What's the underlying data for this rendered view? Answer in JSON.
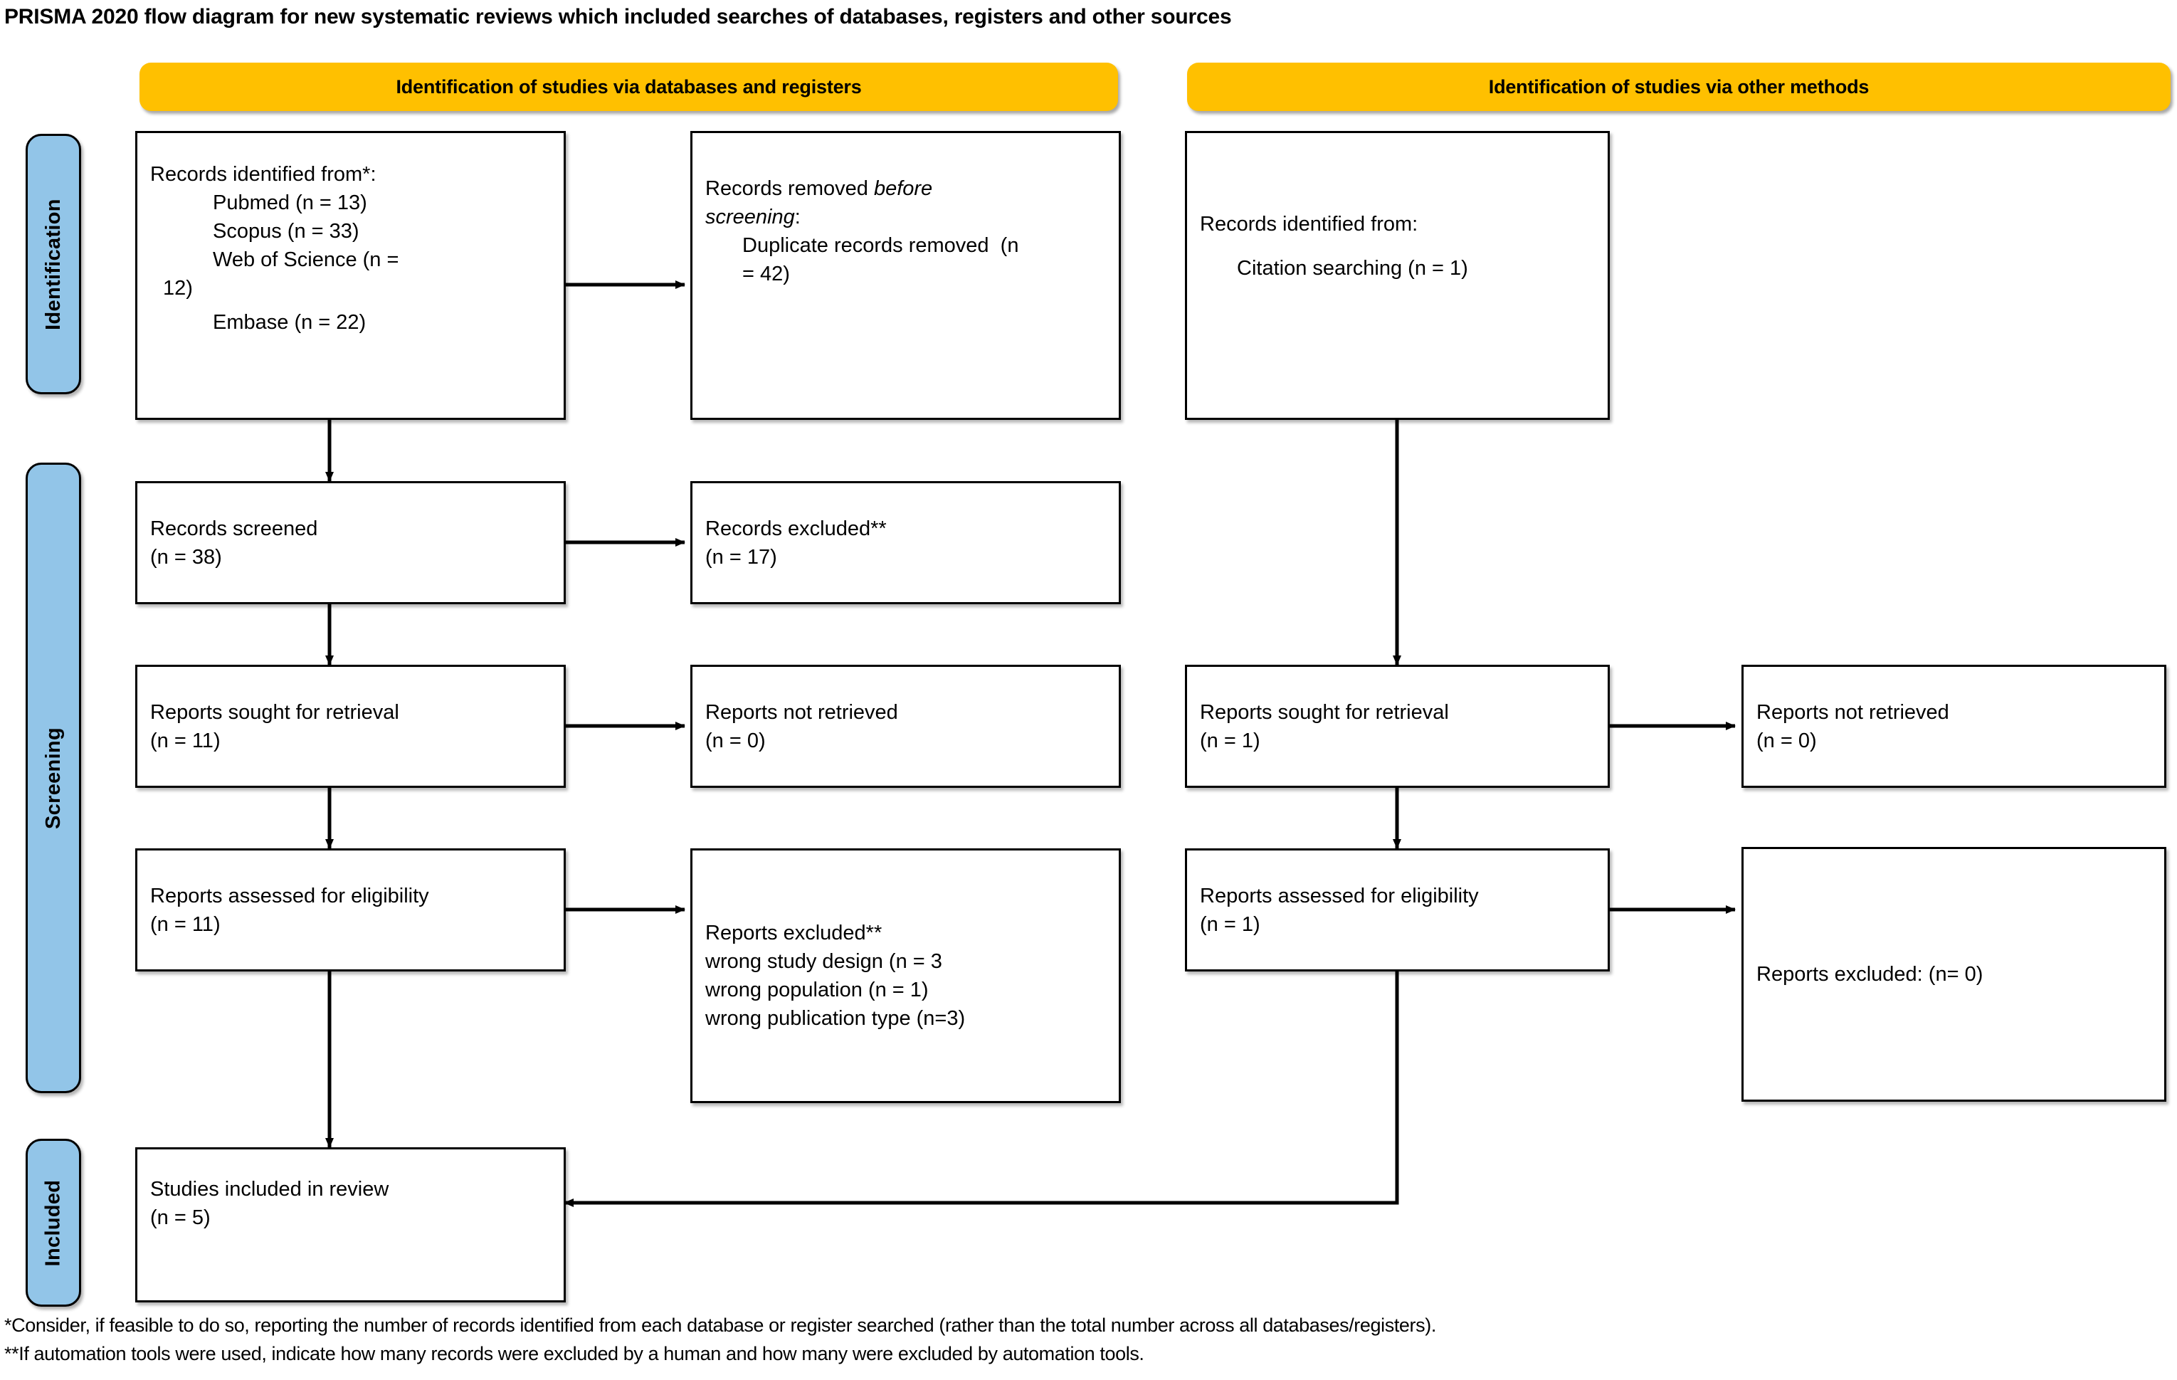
{
  "title": "PRISMA 2020 flow diagram for new systematic reviews which included searches of databases, registers and other sources",
  "colors": {
    "banner": "#FFC000",
    "stage_label": "#92C5E8",
    "box_border": "#000000",
    "background": "#FFFFFF"
  },
  "banners": {
    "databases": "Identification of studies via databases and registers",
    "other": "Identification of studies via other methods"
  },
  "stages": {
    "identification": "Identification",
    "screening": "Screening",
    "included": "Included"
  },
  "boxes": {
    "records_identified": {
      "heading": "Records identified from*:",
      "sources": [
        "Pubmed (n = 13)",
        "Scopus (n = 33)",
        "Web of Science (n =",
        "12)",
        "Embase (n = 22)"
      ]
    },
    "records_removed": {
      "line1_pre": "Records removed ",
      "line1_em": "before",
      "line2_em": "screening",
      "line2_post": ":",
      "line3": "Duplicate records removed  (n",
      "line4": "= 42)"
    },
    "records_screened": {
      "label": "Records screened",
      "count": "(n = 38)"
    },
    "records_excluded": {
      "label": "Records excluded**",
      "count": "(n = 17)"
    },
    "reports_sought_left": {
      "label": "Reports sought for retrieval",
      "count": "(n = 11)"
    },
    "reports_not_retrieved_left": {
      "label": "Reports not retrieved",
      "count": "(n = 0)"
    },
    "reports_assessed_left": {
      "label": "Reports assessed for eligibility",
      "count": "(n = 11)"
    },
    "reports_excluded_left": {
      "heading": "Reports excluded**",
      "reasons": [
        "wrong study design (n = 3",
        "wrong population (n = 1)",
        "wrong publication type (n=3)"
      ]
    },
    "studies_included": {
      "label": "Studies included in review",
      "count": "(n = 5)"
    },
    "records_identified_other": {
      "heading": "Records identified from:",
      "sources": [
        "Citation searching (n = 1)"
      ]
    },
    "reports_sought_right": {
      "label": "Reports sought for retrieval",
      "count": "(n = 1)"
    },
    "reports_not_retrieved_right": {
      "label": "Reports not retrieved",
      "count": "(n = 0)"
    },
    "reports_assessed_right": {
      "label": "Reports assessed for eligibility",
      "count": "(n = 1)"
    },
    "reports_excluded_right": {
      "label": "Reports excluded: (n= 0)"
    }
  },
  "footnotes": {
    "line1": "*Consider, if feasible to do so, reporting the number of records identified from each database or register searched (rather than the total number across all databases/registers).",
    "line2": "**If automation tools were used, indicate how many records were excluded by a human and how many were excluded by automation tools."
  }
}
